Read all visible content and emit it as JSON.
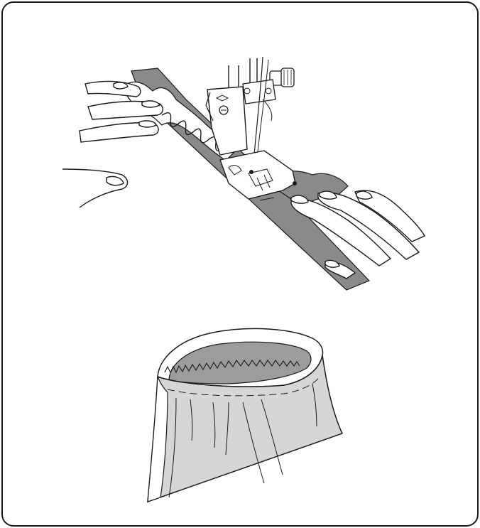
{
  "figure": {
    "panels": [
      {
        "id": "sewing-elastic-step",
        "depicts": [
          "hands",
          "presser-foot",
          "elastic-band",
          "zigzag-stitch"
        ]
      },
      {
        "id": "finished-gathered-waistband",
        "depicts": [
          "fabric-tube",
          "zigzag-stitch",
          "gathers"
        ]
      }
    ],
    "colors": {
      "outline": "#1a1a1a",
      "elastic_gray": "#8a8a8a",
      "fabric_light": "#d6d6d6",
      "fabric_mid": "#9c9c9c",
      "background": "#ffffff"
    }
  }
}
